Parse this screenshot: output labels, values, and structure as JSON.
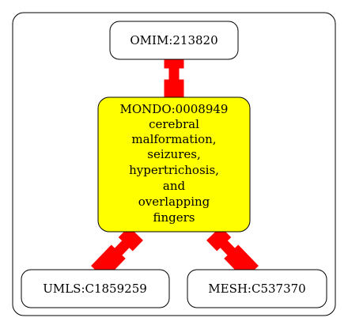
{
  "colors": {
    "edge": "#ff0000",
    "focus_node_fill": "#ffff00",
    "node_fill": "#ffffff",
    "stroke": "#000000"
  },
  "nodes": {
    "omim": {
      "id": "OMIM:213820"
    },
    "mondo": {
      "id": "MONDO:0008949",
      "name_lines": [
        "cerebral",
        "malformation,",
        "seizures,",
        "hypertrichosis,",
        "and",
        "overlapping",
        "fingers"
      ]
    },
    "umls": {
      "id": "UMLS:C1859259"
    },
    "mesh": {
      "id": "MESH:C537370"
    }
  },
  "edges": [
    {
      "from": "omim",
      "to": "mondo"
    },
    {
      "from": "mondo",
      "to": "umls"
    },
    {
      "from": "mondo",
      "to": "mesh"
    }
  ]
}
